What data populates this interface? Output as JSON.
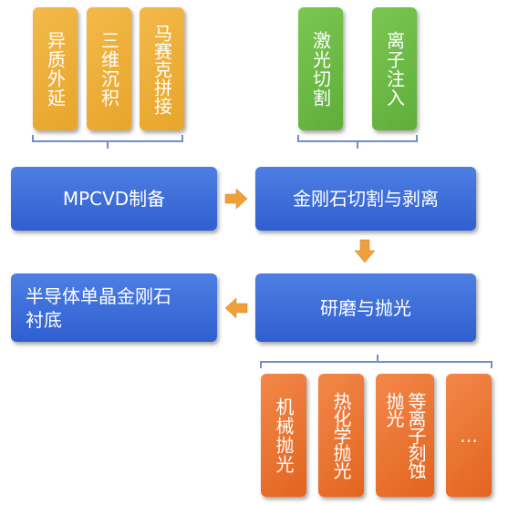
{
  "colors": {
    "gold": "#e7a52a",
    "green": "#5fae3a",
    "orange": "#e2641e",
    "blue": "#2f5fd0",
    "arrow": "#f0a03a",
    "bracket": "#6f8fc9"
  },
  "growth_methods": [
    "异质外延",
    "三维沉积",
    "马赛克拼接"
  ],
  "cutting_methods": [
    "激光切割",
    "离子注入"
  ],
  "process": {
    "mpcvd": "MPCVD制备",
    "cut_peel": "金刚石切割与剥离",
    "grind_polish": "研磨与抛光",
    "substrate": "半导体单晶金刚石\n衬底"
  },
  "polish_methods": {
    "mechanical": "机械抛光",
    "thermochemical": "热化学抛光",
    "plasma_etch": "等离子刻蚀抛光",
    "more": "…"
  }
}
